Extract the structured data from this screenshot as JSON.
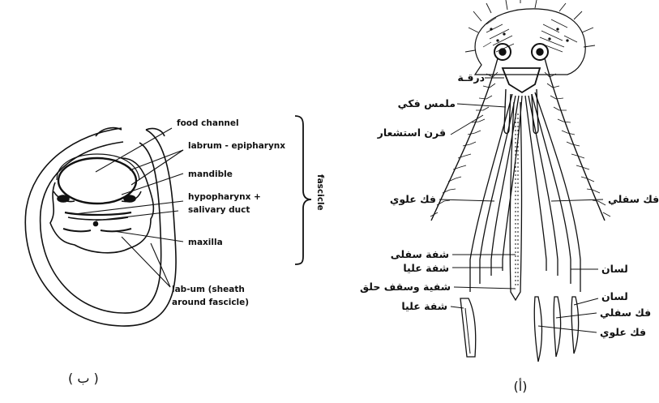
{
  "figure_b": {
    "caption": "( ب )",
    "labels": {
      "food_channel": "food channel",
      "labrum_epipharynx": "labrum - epipharynx",
      "mandible": "mandible",
      "hypopharynx_1": "hypopharynx +",
      "hypopharynx_2": "salivary duct",
      "maxilla": "maxilla",
      "labium_1": "lab-um (sheath",
      "labium_2": "around fascicle)",
      "fascicle": "fascicle"
    }
  },
  "figure_a": {
    "caption": "(أ)",
    "labels": {
      "daraqa": "درقـة",
      "palp": "ملمس فكي",
      "antenna": "قرن استشعار",
      "upper_jaw_left": "فك علوي",
      "lower_jaw_right": "فك سفلي",
      "lower_lip": "شفة سفلى",
      "upper_lip_1": "شفة عليا",
      "lip_roof": "شفية وسقف حلق",
      "upper_lip_2": "شفة عليا",
      "tongue_1": "لسان",
      "tongue_2": "لسان",
      "lower_jaw_2": "فك سفلي",
      "upper_jaw_2": "فك علوي"
    }
  }
}
